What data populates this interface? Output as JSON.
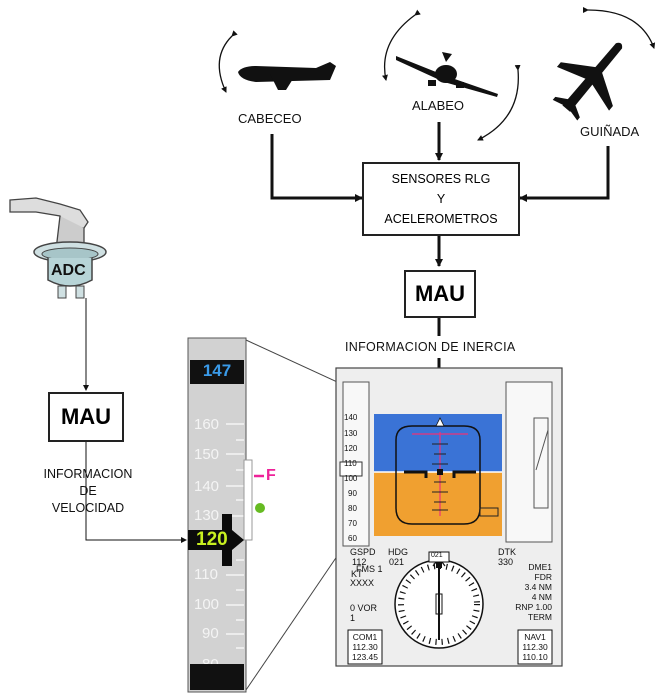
{
  "attitude_axes": {
    "pitch": "CABECEO",
    "roll": "ALABEO",
    "yaw": "GUIÑADA"
  },
  "sensors_box": {
    "line1": "SENSORES RLG",
    "line2": "Y",
    "line3": "ACELEROMETROS"
  },
  "mau_top": "MAU",
  "inertia_label": "INFORMACION DE INERCIA",
  "adc_label": "ADC",
  "mau_left": "MAU",
  "velocity_label": {
    "line1": "INFORMACION",
    "line2": "DE",
    "line3": "VELOCIDAD"
  },
  "speed_tape": {
    "selected_speed": "147",
    "current_speed": "120",
    "flap_marker": "F",
    "ticks": [
      "160",
      "150",
      "140",
      "130",
      "110",
      "100",
      "90",
      "80"
    ]
  },
  "pfd": {
    "speed_ticks": [
      "140",
      "130",
      "120",
      "110",
      "100",
      "90",
      "80",
      "70",
      "60"
    ],
    "gspd_label": "GSPD",
    "gspd_value": "112",
    "kt_label": "KT",
    "fms_label": "FMS 1",
    "xxxx": "XXXX",
    "vor_line1": "0 VOR",
    "vor_line2": "1",
    "hdg_label": "HDG",
    "hdg_value": "021",
    "heading_readout": "021",
    "dtk_label": "DTK",
    "dtk_value": "330",
    "dme_lines": [
      "DME1",
      "FDR",
      "3.4 NM",
      "4 NM",
      "RNP 1.00",
      "TERM"
    ],
    "com_title": "COM1",
    "com_freq1": "112.30",
    "com_freq2": "123.45",
    "nav_title": "NAV1",
    "nav_freq1": "112.30",
    "nav_freq2": "110.10"
  },
  "colors": {
    "sky": "#3a73d6",
    "ground": "#f0a030",
    "selected_speed": "#3a9ae8",
    "current_speed": "#c8f020",
    "flap_marker": "#ee2299",
    "green_dot": "#66bb22"
  }
}
